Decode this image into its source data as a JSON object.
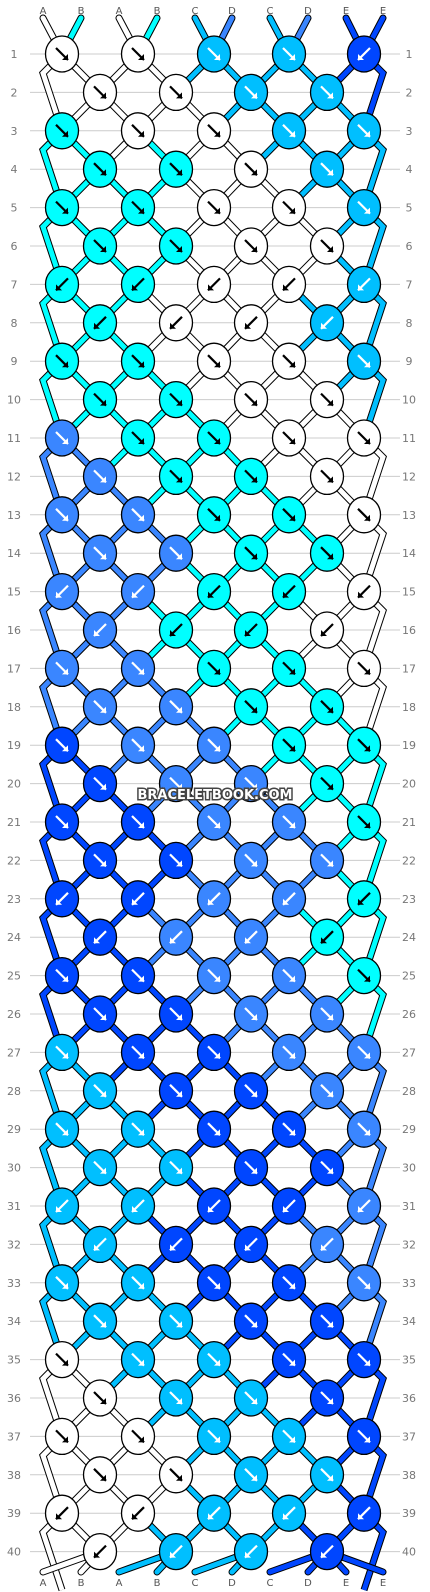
{
  "watermark": "BRACELETBOOK.COM",
  "colors": {
    "A": "#ffffff",
    "B": "#00ffff",
    "C": "#00bfff",
    "D": "#3a86ff",
    "E": "#0046ff"
  },
  "strand_labels": [
    "A",
    "B",
    "A",
    "B",
    "C",
    "D",
    "C",
    "D",
    "E",
    "E"
  ],
  "row_numbers": [
    "1",
    "2",
    "3",
    "4",
    "5",
    "6",
    "7",
    "8",
    "9",
    "10",
    "11",
    "12",
    "13",
    "14",
    "15",
    "16",
    "17",
    "18",
    "19",
    "20",
    "21",
    "22",
    "23",
    "24",
    "25",
    "26",
    "27",
    "28",
    "29",
    "30",
    "31",
    "32",
    "33",
    "34",
    "35",
    "36",
    "37",
    "38",
    "39",
    "40"
  ],
  "knot_rows": [
    [
      "A",
      "A",
      "C",
      "C",
      "E"
    ],
    [
      "A",
      "A",
      "C",
      "C"
    ],
    [
      "B",
      "A",
      "A",
      "C",
      "C"
    ],
    [
      "B",
      "B",
      "A",
      "C"
    ],
    [
      "B",
      "B",
      "A",
      "A",
      "C"
    ],
    [
      "B",
      "B",
      "A",
      "A"
    ],
    [
      "B",
      "B",
      "A",
      "A",
      "C"
    ],
    [
      "B",
      "A",
      "A",
      "C"
    ],
    [
      "B",
      "B",
      "A",
      "A",
      "C"
    ],
    [
      "B",
      "B",
      "A",
      "A"
    ],
    [
      "D",
      "B",
      "B",
      "A",
      "A"
    ],
    [
      "D",
      "B",
      "B",
      "A"
    ],
    [
      "D",
      "D",
      "B",
      "B",
      "A"
    ],
    [
      "D",
      "D",
      "B",
      "B"
    ],
    [
      "D",
      "D",
      "B",
      "B",
      "A"
    ],
    [
      "D",
      "B",
      "B",
      "A"
    ],
    [
      "D",
      "D",
      "B",
      "B",
      "A"
    ],
    [
      "D",
      "D",
      "B",
      "B"
    ],
    [
      "E",
      "D",
      "D",
      "B",
      "B"
    ],
    [
      "E",
      "D",
      "D",
      "B"
    ],
    [
      "E",
      "E",
      "D",
      "D",
      "B"
    ],
    [
      "E",
      "E",
      "D",
      "D"
    ],
    [
      "E",
      "E",
      "D",
      "D",
      "B"
    ],
    [
      "E",
      "D",
      "D",
      "B"
    ],
    [
      "E",
      "E",
      "D",
      "D",
      "B"
    ],
    [
      "E",
      "E",
      "D",
      "D"
    ],
    [
      "C",
      "E",
      "E",
      "D",
      "D"
    ],
    [
      "C",
      "E",
      "E",
      "D"
    ],
    [
      "C",
      "C",
      "E",
      "E",
      "D"
    ],
    [
      "C",
      "C",
      "E",
      "E"
    ],
    [
      "C",
      "C",
      "E",
      "E",
      "D"
    ],
    [
      "C",
      "E",
      "E",
      "D"
    ],
    [
      "C",
      "C",
      "E",
      "E",
      "D"
    ],
    [
      "C",
      "C",
      "E",
      "E"
    ],
    [
      "A",
      "C",
      "C",
      "E",
      "E"
    ],
    [
      "A",
      "C",
      "C",
      "E"
    ],
    [
      "A",
      "A",
      "C",
      "C",
      "E"
    ],
    [
      "A",
      "A",
      "C",
      "C"
    ],
    [
      "A",
      "A",
      "C",
      "C",
      "E"
    ],
    [
      "A",
      "C",
      "C",
      "E"
    ]
  ],
  "knot_dirs": [
    [
      "se",
      "se",
      "se",
      "se",
      "sw"
    ],
    [
      "se",
      "se",
      "se",
      "se"
    ],
    [
      "se",
      "se",
      "se",
      "se",
      "se"
    ],
    [
      "se",
      "se",
      "se",
      "se"
    ],
    [
      "se",
      "se",
      "se",
      "se",
      "se"
    ],
    [
      "se",
      "se",
      "se",
      "se"
    ],
    [
      "sw",
      "sw",
      "sw",
      "sw",
      "sw"
    ],
    [
      "sw",
      "sw",
      "sw",
      "sw"
    ],
    [
      "se",
      "se",
      "se",
      "se",
      "se"
    ],
    [
      "se",
      "se",
      "se",
      "se"
    ],
    [
      "se",
      "se",
      "se",
      "se",
      "se"
    ],
    [
      "se",
      "se",
      "se",
      "se"
    ],
    [
      "se",
      "se",
      "se",
      "se",
      "se"
    ],
    [
      "se",
      "se",
      "se",
      "se"
    ],
    [
      "sw",
      "sw",
      "sw",
      "sw",
      "sw"
    ],
    [
      "sw",
      "sw",
      "sw",
      "sw"
    ],
    [
      "se",
      "se",
      "se",
      "se",
      "se"
    ],
    [
      "se",
      "se",
      "se",
      "se"
    ],
    [
      "se",
      "se",
      "se",
      "se",
      "se"
    ],
    [
      "se",
      "se",
      "se",
      "se"
    ],
    [
      "se",
      "se",
      "se",
      "se",
      "se"
    ],
    [
      "se",
      "se",
      "se",
      "se"
    ],
    [
      "sw",
      "sw",
      "sw",
      "sw",
      "sw"
    ],
    [
      "sw",
      "sw",
      "sw",
      "sw"
    ],
    [
      "se",
      "se",
      "se",
      "se",
      "se"
    ],
    [
      "se",
      "se",
      "se",
      "se"
    ],
    [
      "se",
      "se",
      "se",
      "se",
      "se"
    ],
    [
      "se",
      "se",
      "se",
      "se"
    ],
    [
      "se",
      "se",
      "se",
      "se",
      "se"
    ],
    [
      "se",
      "se",
      "se",
      "se"
    ],
    [
      "sw",
      "sw",
      "sw",
      "sw",
      "sw"
    ],
    [
      "sw",
      "sw",
      "sw",
      "sw"
    ],
    [
      "se",
      "se",
      "se",
      "se",
      "se"
    ],
    [
      "se",
      "se",
      "se",
      "se"
    ],
    [
      "se",
      "se",
      "se",
      "se",
      "se"
    ],
    [
      "se",
      "se",
      "se",
      "se"
    ],
    [
      "se",
      "se",
      "se",
      "se",
      "se"
    ],
    [
      "se",
      "se",
      "se",
      "se"
    ],
    [
      "sw",
      "sw",
      "sw",
      "sw",
      "sw"
    ],
    [
      "sw",
      "sw",
      "sw",
      "sw"
    ]
  ]
}
